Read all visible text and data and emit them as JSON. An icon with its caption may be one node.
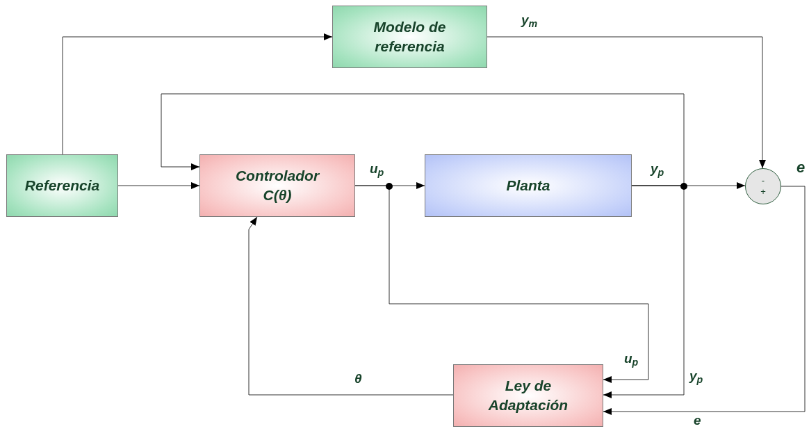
{
  "diagram": {
    "nodes": [
      {
        "text": [
          "Modelo de referencia"
        ]
      },
      {
        "text": [
          "Referencia"
        ]
      },
      {
        "text": [
          "Controlador C(θ)"
        ]
      },
      {
        "text": [
          "Planta"
        ]
      },
      {
        "text": [
          "-",
          "+"
        ]
      },
      {
        "text": [
          "Ley de Adaptación"
        ]
      }
    ],
    "edges": [
      {
        "from": 1,
        "to": 0,
        "arrow": "to"
      },
      {
        "from": 1,
        "to": 2,
        "arrow": "to"
      },
      {
        "from": 0,
        "to": 4,
        "arrow": "to",
        "label": "y$_{m}$"
      },
      {
        "from": 2,
        "to": 3,
        "arrow": "to",
        "label": "u$_{p}$"
      },
      {
        "from": 3,
        "to": 4,
        "arrow": "to",
        "label": "y$_{p}$"
      },
      {
        "from": 3,
        "to": 2,
        "arrow": "to"
      },
      {
        "from": 2,
        "to": 5,
        "arrow": "to",
        "label": "u$_{p}$"
      },
      {
        "from": 3,
        "to": 5,
        "arrow": "to",
        "label": "y$_{p}$"
      },
      {
        "from": 4,
        "to": 5,
        "arrow": "to",
        "label": "e"
      },
      {
        "from": 5,
        "to": 2,
        "arrow": "to",
        "label": "θ"
      }
    ],
    "labels": [
      "e"
    ]
  }
}
